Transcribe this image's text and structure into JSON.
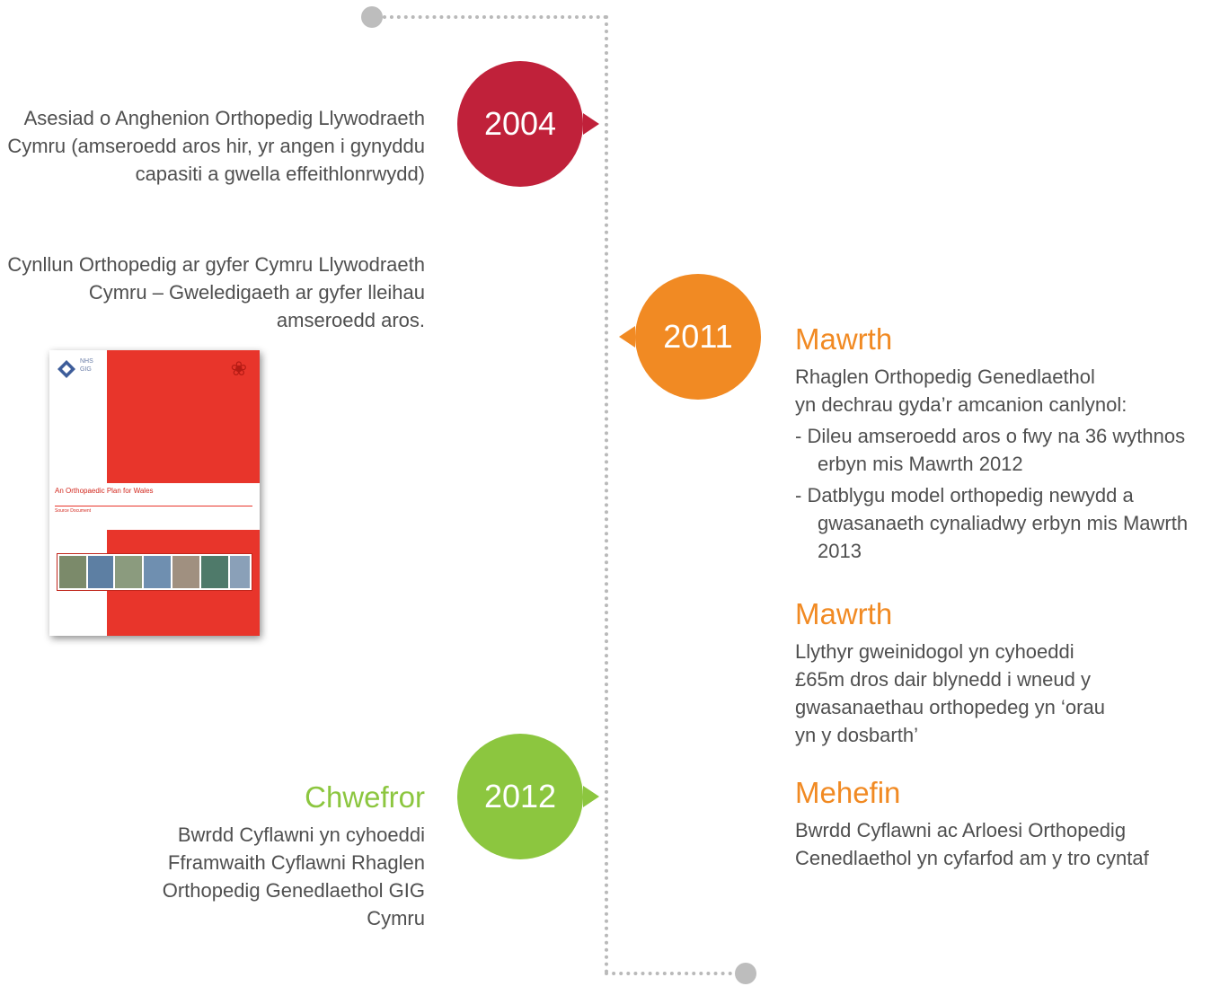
{
  "colors": {
    "red": "#c0213a",
    "orange": "#f18a23",
    "green": "#8cc63f",
    "timeline": "#b9b9b9"
  },
  "years": {
    "y2004": "2004",
    "y2011": "2011",
    "y2012": "2012"
  },
  "left": {
    "entry1": "Asesiad o Anghenion Orthopedig Llywodraeth Cymru (amseroedd aros hir, yr angen i gynyddu capasiti a gwella effeithlonrwydd)",
    "entry2": "Cynllun Orthopedig ar gyfer Cymru Llywodraeth Cymru – Gweledigaeth ar gyfer lleihau amseroedd aros.",
    "feb_heading": "Chwefror",
    "feb_text": "Bwrdd Cyflawni yn cyhoeddi Fframwaith Cyflawni Rhaglen Orthopedig Genedlaethol GIG Cymru"
  },
  "cover": {
    "logo_text": "NHS GIG",
    "title": "An Orthopaedic Plan for Wales",
    "subtitle": "Source Document"
  },
  "right": {
    "march1_heading": "Mawrth",
    "march1_line1": "Rhaglen Orthopedig Genedlaethol",
    "march1_line2": "yn dechrau gyda’r amcanion canlynol:",
    "bullet1": "-  Dileu amseroedd aros o fwy na 36 wythnos erbyn mis Mawrth 2012",
    "bullet2": "-  Datblygu model orthopedig newydd a gwasanaeth cynaliadwy erbyn mis Mawrth 2013",
    "march2_heading": "Mawrth",
    "march2_text": "Llythyr gweinidogol yn cyhoeddi £65m dros dair blynedd i wneud y gwasanaethau orthopedeg yn ‘orau yn y dosbarth’",
    "june_heading": "Mehefin",
    "june_text": "Bwrdd Cyflawni ac Arloesi Orthopedig Cenedlaethol yn cyfarfod am y tro cyntaf"
  }
}
